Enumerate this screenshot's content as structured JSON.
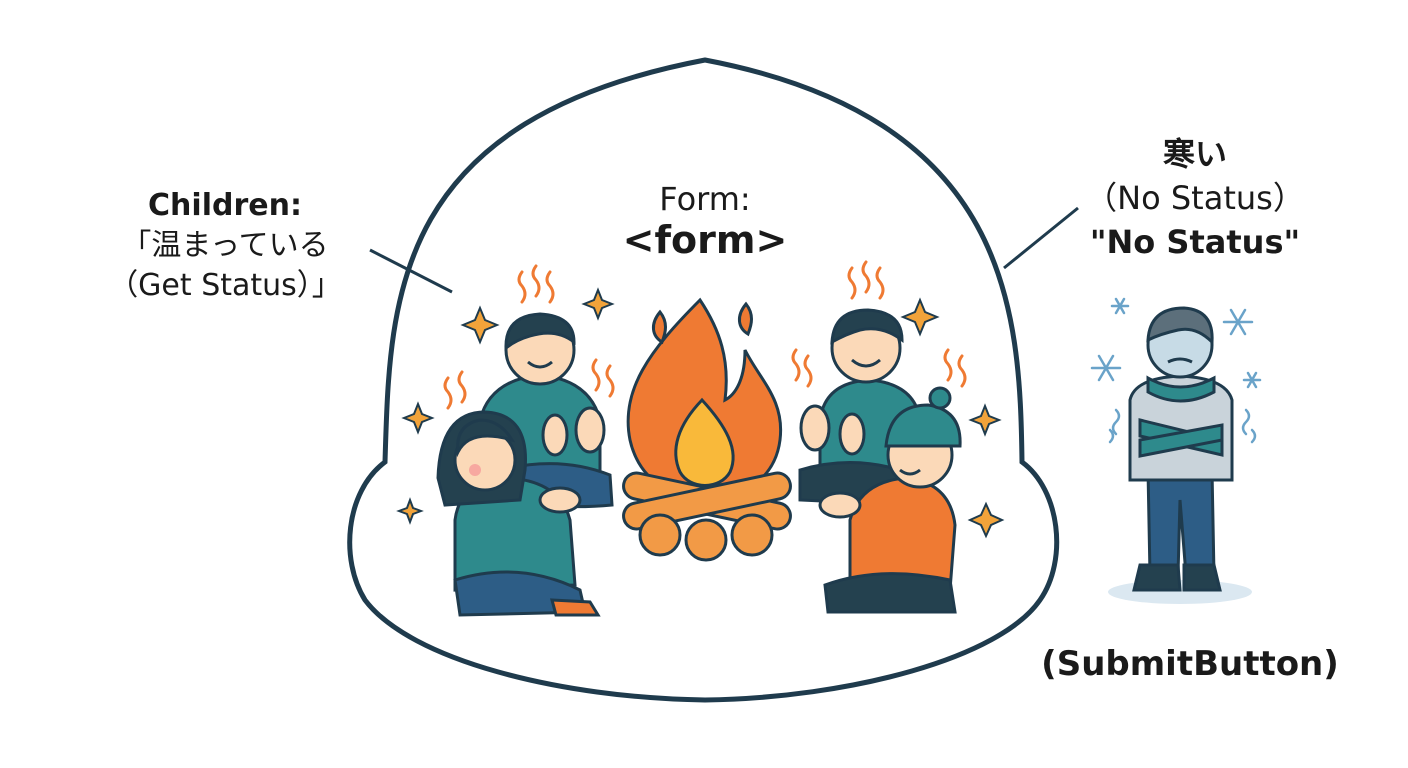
{
  "colors": {
    "outline": "#1f3b4d",
    "teal": "#2e8a8c",
    "teal_dark": "#1f6b6e",
    "orange": "#ef7a33",
    "flame_yellow": "#f9b93a",
    "skin": "#fbd9b8",
    "hair": "#24414f",
    "log": "#f29a46",
    "cold_blue": "#6aa3c9",
    "jacket_grey": "#c9d3da",
    "jeans": "#2d5d86"
  },
  "labels": {
    "children_title": "Children:",
    "children_line1": "「温まっている",
    "children_line2": "（Get Status）」",
    "form_title": "Form:",
    "form_tag": "<form>",
    "cold_title": "寒い",
    "cold_paren": "（No Status）",
    "cold_quote": "\"No Status\"",
    "submit_button": "(SubmitButton)"
  },
  "icons": {
    "campfire": "campfire-icon",
    "snowflake": "snowflake-icon",
    "sparkle": "sparkle-icon",
    "heat_wave": "heat-wave-icon"
  }
}
